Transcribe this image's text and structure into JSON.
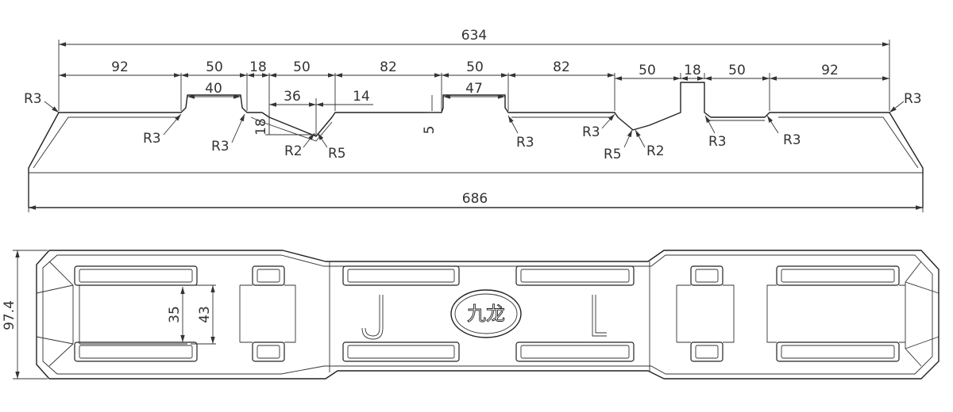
{
  "title": "",
  "dimensions": {
    "top_overall": "634",
    "bottom_overall": "686",
    "left_92": "92",
    "gap_50_a": "50",
    "gap_18_a": "18",
    "notch_50_a": "50",
    "center_82_a": "82",
    "center_50_b": "50",
    "center_82_b": "82",
    "notch_50_b": "50",
    "gap_18_b": "18",
    "gap_50_c": "50",
    "right_92": "92",
    "pocket_40": "40",
    "pocket_36": "36",
    "pocket_14": "14",
    "pocket_47": "47",
    "depth_18": "18",
    "depth_5": "5",
    "height_97_4": "97.4",
    "inner_35": "35",
    "inner_43": "43"
  },
  "radii": {
    "r3_left_end": "R3",
    "r3_a": "R3",
    "r3_b": "R3",
    "r2_a": "R2",
    "r5_a": "R5",
    "r3_c": "R3",
    "r3_d": "R3",
    "r5_b": "R5",
    "r2_b": "R2",
    "r3_e": "R3",
    "r3_f": "R3",
    "r3_right_end": "R3"
  },
  "marks": {
    "letter_j": "J",
    "letter_l": "L",
    "logo_text": "九龙"
  }
}
